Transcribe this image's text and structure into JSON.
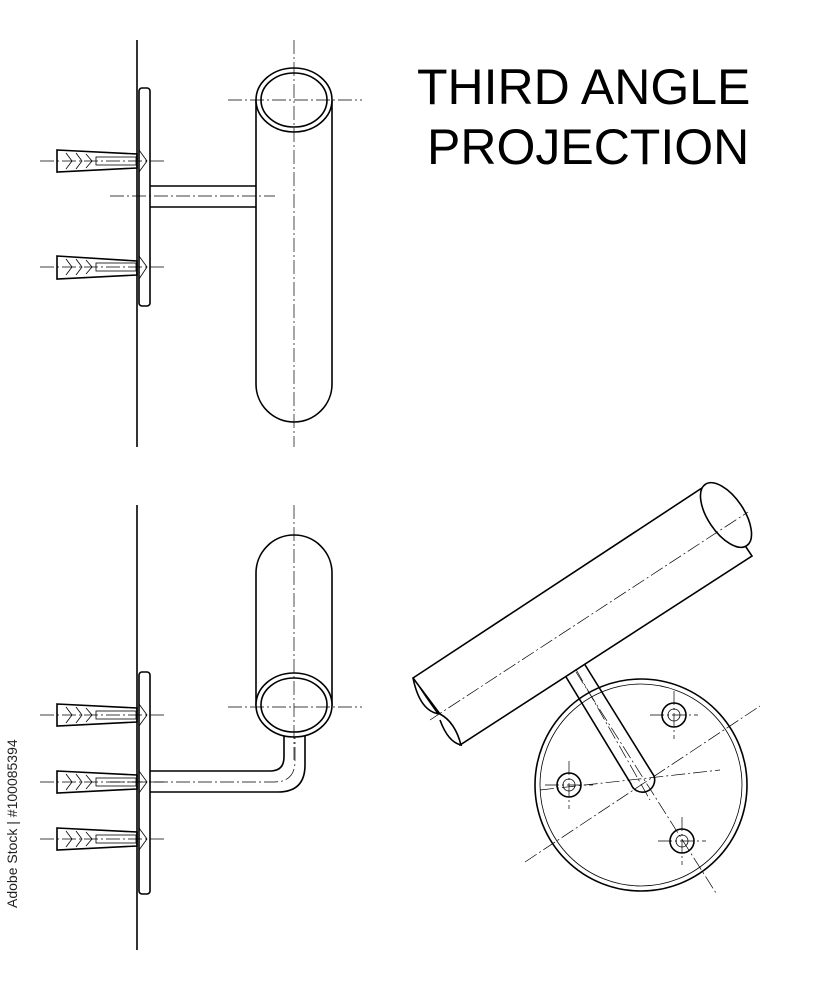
{
  "title": {
    "line1": "THIRD ANGLE",
    "line2": "PROJECTION"
  },
  "watermark": {
    "stock_id": "Adobe Stock | #100085394"
  },
  "views": [
    {
      "name": "front-view"
    },
    {
      "name": "side-view"
    },
    {
      "name": "top-view"
    }
  ],
  "colors": {
    "line": "#000000",
    "background": "#ffffff"
  }
}
